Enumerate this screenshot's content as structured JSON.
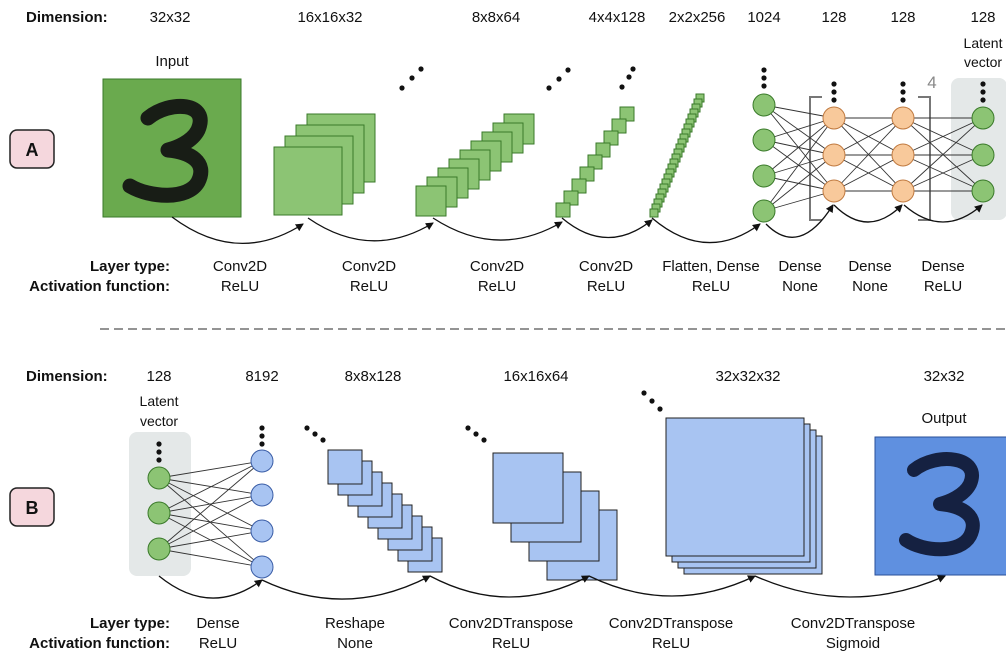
{
  "panel_a": {
    "badge": "A",
    "dimension_label": "Dimension:",
    "dimensions": [
      "32x32",
      "16x16x32",
      "8x8x64",
      "4x4x128",
      "2x2x256",
      "1024",
      "128",
      "128",
      "128"
    ],
    "input_caption": "Input",
    "latent_caption": [
      "Latent",
      "vector"
    ],
    "repeat_count": "4",
    "layer_type_label": "Layer type:",
    "activation_label": "Activation function:",
    "layers": [
      {
        "type": "Conv2D",
        "activation": "ReLU"
      },
      {
        "type": "Conv2D",
        "activation": "ReLU"
      },
      {
        "type": "Conv2D",
        "activation": "ReLU"
      },
      {
        "type": "Conv2D",
        "activation": "ReLU"
      },
      {
        "type": "Flatten, Dense",
        "activation": "ReLU"
      },
      {
        "type": "Dense",
        "activation": "None"
      },
      {
        "type": "Dense",
        "activation": "None"
      },
      {
        "type": "Dense",
        "activation": "ReLU"
      }
    ]
  },
  "panel_b": {
    "badge": "B",
    "dimension_label": "Dimension:",
    "dimensions": [
      "128",
      "8192",
      "8x8x128",
      "16x16x64",
      "32x32x32",
      "32x32"
    ],
    "latent_caption": [
      "Latent",
      "vector"
    ],
    "output_caption": "Output",
    "layer_type_label": "Layer type:",
    "activation_label": "Activation function:",
    "layers": [
      {
        "type": "Dense",
        "activation": "ReLU"
      },
      {
        "type": "Reshape",
        "activation": "None"
      },
      {
        "type": "Conv2DTranspose",
        "activation": "ReLU"
      },
      {
        "type": "Conv2DTranspose",
        "activation": "ReLU"
      },
      {
        "type": "Conv2DTranspose",
        "activation": "Sigmoid"
      }
    ]
  },
  "colors": {
    "green_fill": "#8cc474",
    "green_stroke": "#3a7a2a",
    "green_image_bg": "#6aaa4e",
    "orange_node": "#f8c99b",
    "blue_fill": "#a8c4f2",
    "blue_stroke": "#222222",
    "blue_image_bg": "#5f90e0",
    "badge_fill": "#f5d7dd",
    "latent_box": "#e4e8e8"
  }
}
